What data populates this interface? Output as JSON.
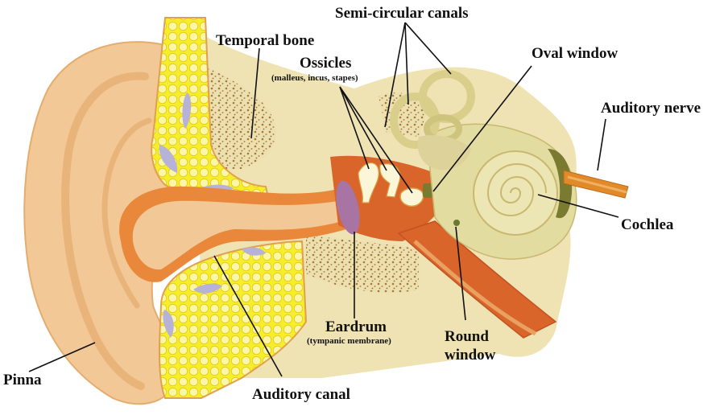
{
  "labels": {
    "semicircular_canals": "Semi-circular canals",
    "temporal_bone": "Temporal bone",
    "ossicles": "Ossicles",
    "ossicles_sub": "(malleus, incus, stapes)",
    "oval_window": "Oval window",
    "auditory_nerve": "Auditory nerve",
    "cochlea": "Cochlea",
    "pinna": "Pinna",
    "auditory_canal": "Auditory canal",
    "eardrum": "Eardrum",
    "eardrum_sub": "(tympanic membrane)",
    "round_window_1": "Round",
    "round_window_2": "window"
  },
  "colors": {
    "skin": "#f2c896",
    "skin_dark": "#e0a062",
    "bone": "#f4ef2a",
    "bone_cell": "#fbf6a8",
    "cartilage": "#b7b2d8",
    "temporal": "#e9d9a3",
    "speckle": "#a87838",
    "canal": "#e9883a",
    "middle_ear": "#d9652b",
    "inner_ear": "#e3dca0",
    "eardrum": "#a774a3",
    "nerve": "#e08a2a",
    "cochlea_end": "#7a7a30"
  }
}
